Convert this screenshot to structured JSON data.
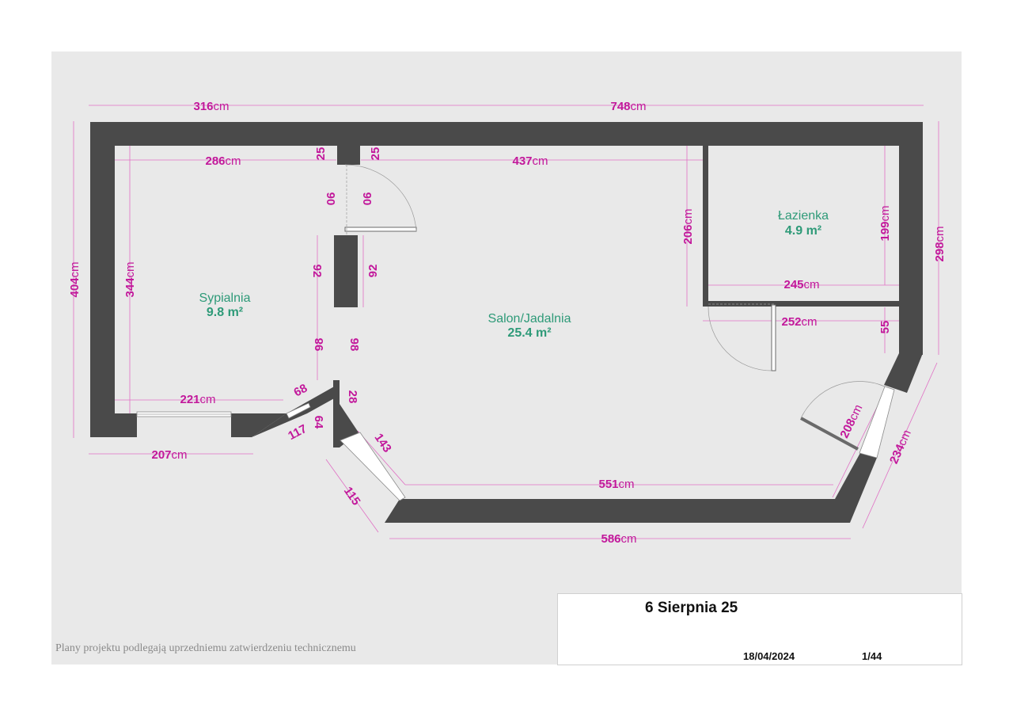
{
  "rooms": {
    "bedroom": {
      "name": "Sypialnia",
      "area": "9.8 m²"
    },
    "living": {
      "name": "Salon/Jadalnia",
      "area": "25.4 m²"
    },
    "bathroom": {
      "name": "Łazienka",
      "area": "4.9 m²"
    }
  },
  "dimensions": {
    "top_left": "316",
    "top_right": "748",
    "bedroom_inner_top": "286",
    "living_inner_top": "437",
    "wall_25_left": "25",
    "wall_25_right": "25",
    "door_90_left": "90",
    "door_90_right": "90",
    "wall_92_left": "92",
    "wall_92_right": "92",
    "wall_98_left": "98",
    "wall_98_right": "98",
    "bedroom_left_inner": "344",
    "left_outer": "404",
    "bedroom_bottom_inner": "221",
    "bedroom_bottom_outer": "207",
    "diag_68": "68",
    "diag_117": "117",
    "diag_64": "64",
    "diag_28": "28",
    "diag_143": "143",
    "diag_115": "115",
    "living_bottom_inner": "551",
    "bottom_outer": "586",
    "bath_wall_206": "206",
    "bath_right_199": "199",
    "right_outer_298": "298",
    "bath_bottom_245": "245",
    "hall_252": "252",
    "right_55": "55",
    "diag_208": "208",
    "diag_234": "234",
    "unit": "cm"
  },
  "titleblock": {
    "title": "6 Sierpnia 25",
    "date": "18/04/2024",
    "page": "1/44"
  },
  "notice": "Plany projektu podlegają uprzedniemu zatwierdzeniu technicznemu"
}
